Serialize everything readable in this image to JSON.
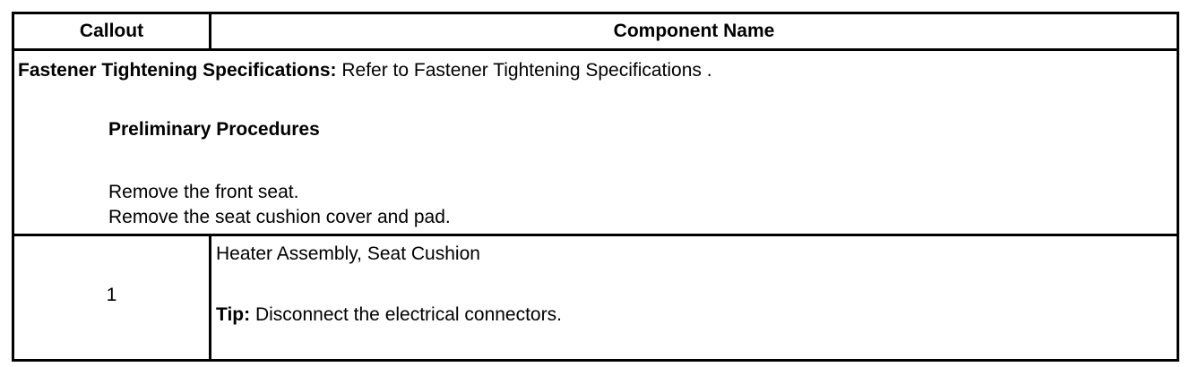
{
  "table": {
    "header": {
      "callout": "Callout",
      "component_name": "Component Name"
    },
    "info": {
      "fastener_label": "Fastener Tightening Specifications:",
      "fastener_text": " Refer to Fastener Tightening Specifications .",
      "preliminary_heading": "Preliminary Procedures",
      "steps": [
        "Remove the front seat.",
        "Remove the seat cushion cover and pad."
      ]
    },
    "rows": [
      {
        "callout": "1",
        "component": "Heater Assembly, Seat Cushion",
        "tip_label": "Tip:",
        "tip_text": " Disconnect the electrical connectors."
      }
    ]
  }
}
